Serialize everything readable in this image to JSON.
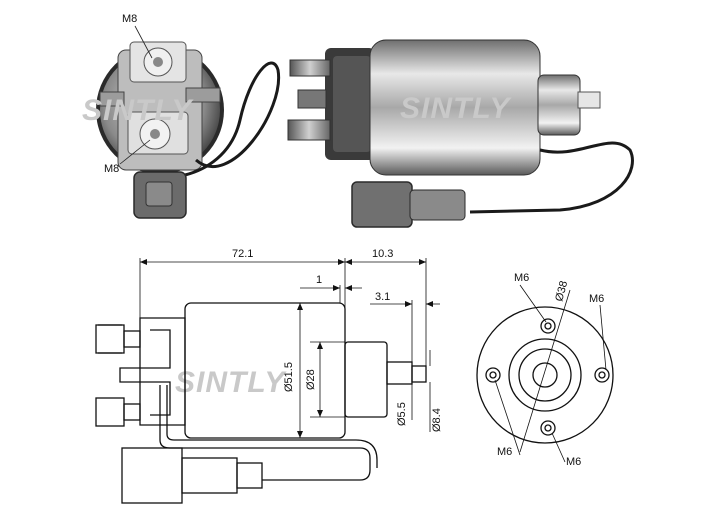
{
  "watermark": "SINTLY",
  "photo_labels": {
    "terminal_top": "M8",
    "terminal_bottom": "M8"
  },
  "dimensions": {
    "overall_length": "72.1",
    "plunger_extension": "10.3",
    "flange_offset": "1",
    "tip_offset": "3.1",
    "body_diameter": "Ø51.5",
    "nose_diameter": "Ø28",
    "plunger_diameter": "Ø5.5",
    "tip_diameter": "Ø8.4",
    "bolt_circle": "Ø38",
    "hole_top_left": "M6",
    "hole_top_right": "M6",
    "hole_bottom_left": "M6",
    "hole_bottom_right": "M6"
  }
}
